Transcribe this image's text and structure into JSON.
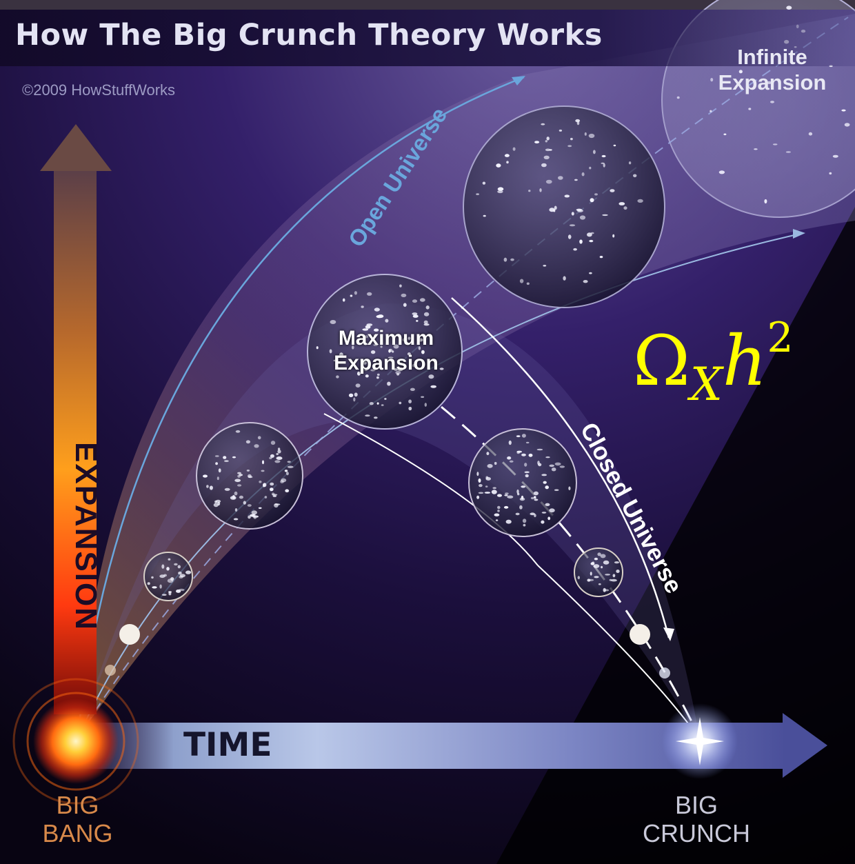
{
  "title": "How The Big Crunch Theory Works",
  "copyright": "©2009 HowStuffWorks",
  "axes": {
    "vertical": "EXPANSION",
    "horizontal": "TIME"
  },
  "labels": {
    "open_universe": "Open Universe",
    "closed_universe": "Closed Universe",
    "maximum_expansion_line1": "Maximum",
    "maximum_expansion_line2": "Expansion",
    "infinite_expansion_line1": "Infinite",
    "infinite_expansion_line2": "Expansion",
    "big_bang_line1": "BIG",
    "big_bang_line2": "BANG",
    "big_crunch_line1": "BIG",
    "big_crunch_line2": "CRUNCH"
  },
  "formula": {
    "symbol": "Ω",
    "subscript": "X",
    "variable": "h",
    "exponent": "2"
  },
  "colors": {
    "background": "#2a1758",
    "open_universe": "#6aa6dc",
    "formula": "#ffff00",
    "expansion_arrow_top": "#6a4a36",
    "expansion_arrow_bottom": "#ff3a10"
  }
}
